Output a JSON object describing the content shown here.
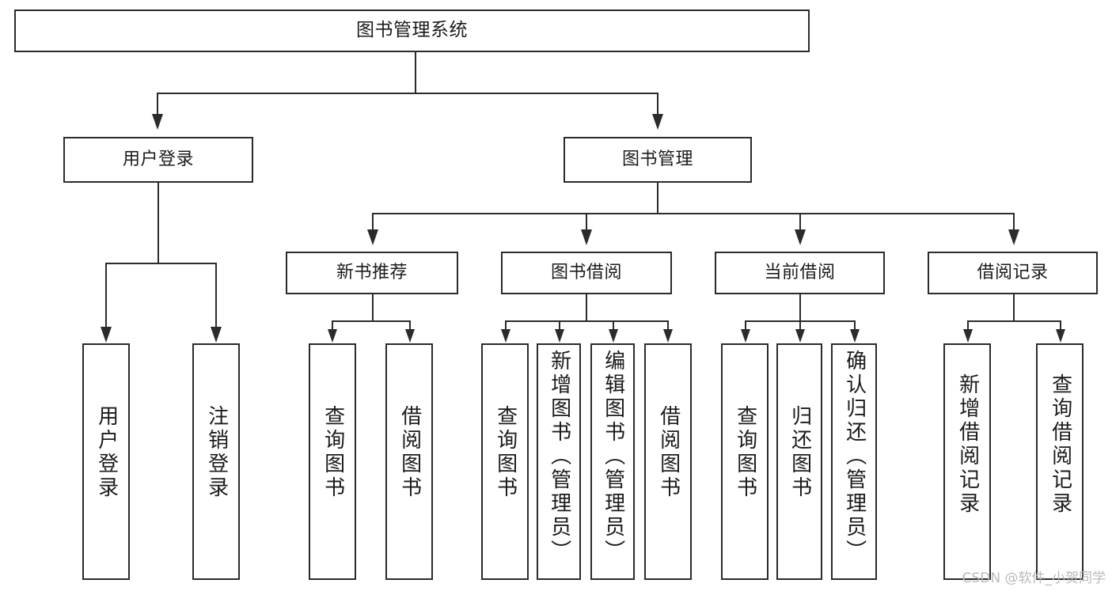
{
  "diagram": {
    "type": "tree-hierarchy",
    "title": "图书管理系统",
    "watermark": "CSDN @软件_小贺同学",
    "colors": {
      "stroke": "#2b2b2b",
      "fill": "#ffffff",
      "text": "#1b1b1b",
      "watermark": "#b9b9b9"
    },
    "levels": [
      {
        "level": 1,
        "nodes": [
          {
            "id": "root",
            "label": "图书管理系统"
          }
        ]
      },
      {
        "level": 2,
        "nodes": [
          {
            "id": "login",
            "label": "用户登录",
            "parent": "root"
          },
          {
            "id": "bookmgmt",
            "label": "图书管理",
            "parent": "root"
          }
        ]
      },
      {
        "level": 3,
        "nodes": [
          {
            "id": "newbook",
            "label": "新书推荐",
            "parent": "bookmgmt"
          },
          {
            "id": "borrow",
            "label": "图书借阅",
            "parent": "bookmgmt"
          },
          {
            "id": "current",
            "label": "当前借阅",
            "parent": "bookmgmt"
          },
          {
            "id": "records",
            "label": "借阅记录",
            "parent": "bookmgmt"
          }
        ]
      },
      {
        "level": 4,
        "nodes": [
          {
            "id": "leaf1",
            "label": "用户登录",
            "parent": "login"
          },
          {
            "id": "leaf2",
            "label": "注销登录",
            "parent": "login"
          },
          {
            "id": "leaf3",
            "label": "查询图书",
            "parent": "newbook"
          },
          {
            "id": "leaf4",
            "label": "借阅图书",
            "parent": "newbook"
          },
          {
            "id": "leaf5",
            "label": "查询图书",
            "parent": "borrow"
          },
          {
            "id": "leaf6",
            "label": "新增图书（管理员）",
            "parent": "borrow"
          },
          {
            "id": "leaf7",
            "label": "编辑图书（管理员）",
            "parent": "borrow"
          },
          {
            "id": "leaf8",
            "label": "借阅图书",
            "parent": "borrow"
          },
          {
            "id": "leaf9",
            "label": "查询图书",
            "parent": "current"
          },
          {
            "id": "leaf10",
            "label": "归还图书",
            "parent": "current"
          },
          {
            "id": "leaf11",
            "label": "确认归还（管理员）",
            "parent": "current"
          },
          {
            "id": "leaf12",
            "label": "新增借阅记录",
            "parent": "records"
          },
          {
            "id": "leaf13",
            "label": "查询借阅记录",
            "parent": "records"
          }
        ]
      }
    ]
  }
}
